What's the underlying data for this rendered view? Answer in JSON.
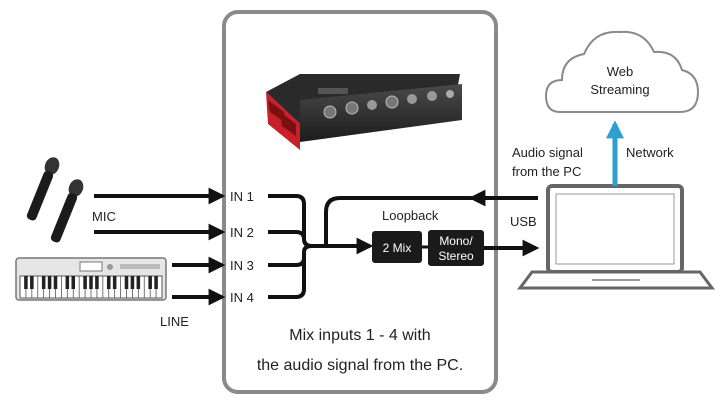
{
  "inputs": {
    "in1": "IN 1",
    "in2": "IN 2",
    "in3": "IN 3",
    "in4": "IN 4"
  },
  "sources": {
    "mic_label": "MIC",
    "line_label": "LINE"
  },
  "processing": {
    "loopback_label": "Loopback",
    "mix_label": "2 Mix",
    "mono_stereo_line1": "Mono/",
    "mono_stereo_line2": "Stereo"
  },
  "pc_side": {
    "audio_signal_line1": "Audio signal",
    "audio_signal_line2": "from the PC",
    "usb_label": "USB",
    "network_label": "Network"
  },
  "cloud": {
    "line1": "Web",
    "line2": "Streaming"
  },
  "caption": {
    "line1": "Mix inputs 1 - 4 with",
    "line2": "the audio signal from the PC."
  },
  "colors": {
    "box_border": "#8a8a8a",
    "network_arrow": "#2f9fd1",
    "device_red": "#c8202a",
    "block_fill": "#1a1a1a"
  },
  "icons": [
    "microphone-icon",
    "keyboard-icon",
    "audio-interface-icon",
    "laptop-icon",
    "cloud-icon"
  ]
}
